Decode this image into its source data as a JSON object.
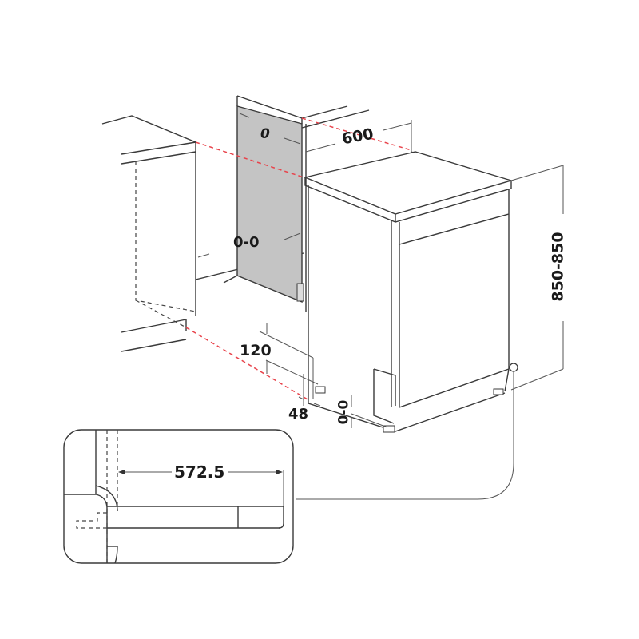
{
  "diagram": {
    "type": "appliance-installation-dimensions",
    "colors": {
      "line": "#3a3a3a",
      "niche_fill": "#c4c4c4",
      "guide_dashed": "#e8434b"
    },
    "labels": {
      "side_gap": "0",
      "wall_gap": "0-0",
      "depth": "600",
      "height": "850-850",
      "plinth_height": "120",
      "foot_offset": "48",
      "foot_adjust": "0-0",
      "detail_width": "572.5"
    }
  }
}
